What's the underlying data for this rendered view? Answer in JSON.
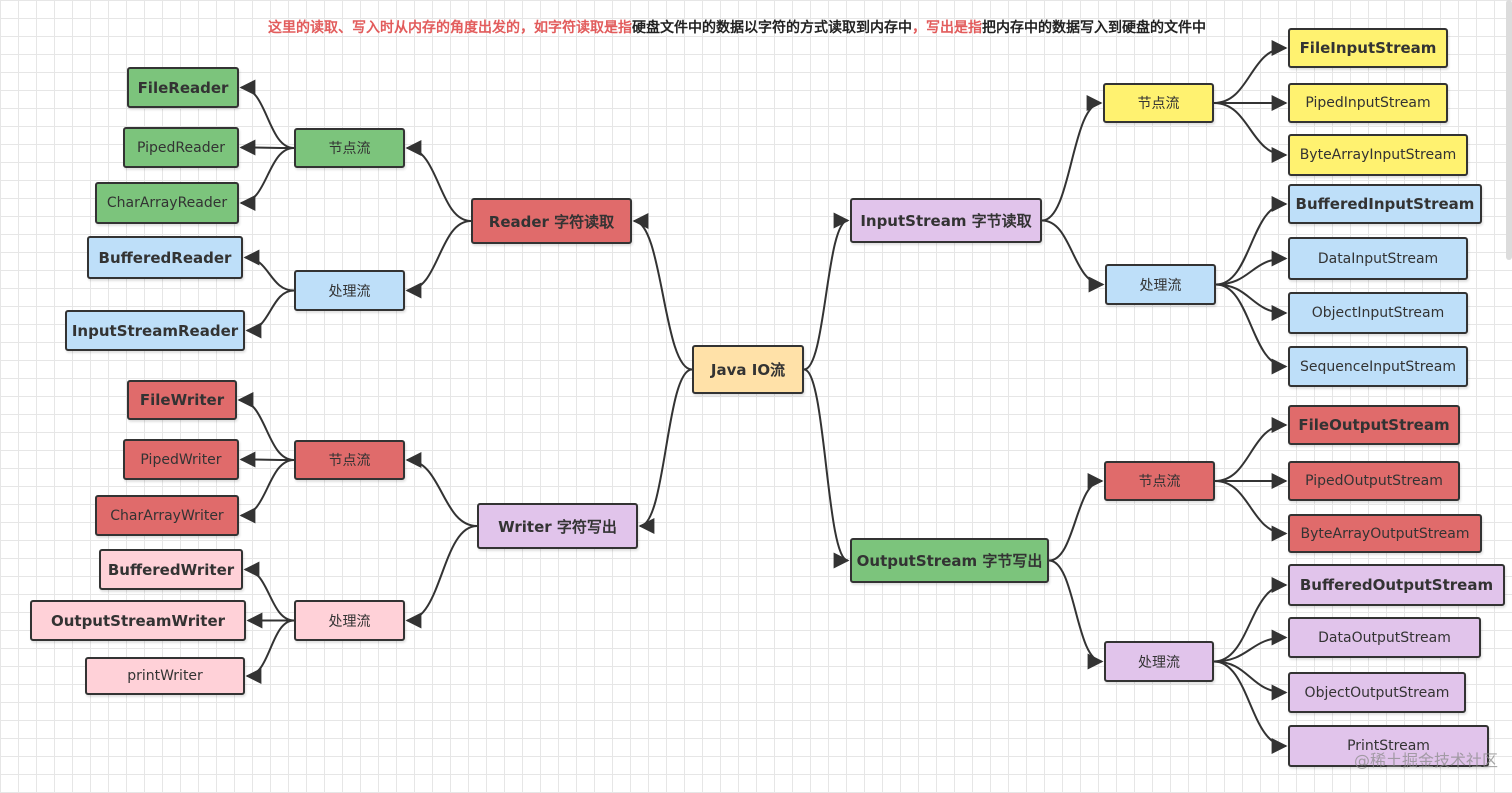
{
  "title": {
    "part1": "这里的读取、写入时从内存的角度出发的，如字符读取是指",
    "part2": "硬盘文件中的数据以字符的方式读取到内存中",
    "part3": "，写出是指",
    "part4": "把内存中的数据写入到硬盘的文件中"
  },
  "watermark": "@稀土掘金技术社区",
  "colors": {
    "title_red": "#e25c5c",
    "edge": "#333333",
    "orange": "#ffe1a8",
    "red": "#e06b6b",
    "purple": "#e1c4eb",
    "green": "#7cc47c",
    "yellow": "#fff270",
    "blue": "#bedff9",
    "pink": "#ffd1d8"
  },
  "nodes": {
    "root": "Java IO流",
    "reader": "Reader 字符读取",
    "reader_node": "节点流",
    "reader_proc": "处理流",
    "file_reader": "FileReader",
    "piped_reader": "PipedReader",
    "char_array_reader": "CharArrayReader",
    "buffered_reader": "BufferedReader",
    "input_stream_reader": "InputStreamReader",
    "writer": "Writer 字符写出",
    "writer_node": "节点流",
    "writer_proc": "处理流",
    "file_writer": "FileWriter",
    "piped_writer": "PipedWriter",
    "char_array_writer": "CharArrayWriter",
    "buffered_writer": "BufferedWriter",
    "output_stream_writer": "OutputStreamWriter",
    "print_writer": "printWriter",
    "input_stream": "InputStream 字节读取",
    "input_node": "节点流",
    "input_proc": "处理流",
    "file_input_stream": "FileInputStream",
    "piped_input_stream": "PipedInputStream",
    "byte_array_input_stream": "ByteArrayInputStream",
    "buffered_input_stream": "BufferedInputStream",
    "data_input_stream": "DataInputStream",
    "object_input_stream": "ObjectInputStream",
    "sequence_input_stream": "SequenceInputStream",
    "output_stream": "OutputStream 字节写出",
    "output_node": "节点流",
    "output_proc": "处理流",
    "file_output_stream": "FileOutputStream",
    "piped_output_stream": "PipedOutputStream",
    "byte_array_output_stream": "ByteArrayOutputStream",
    "buffered_output_stream": "BufferedOutputStream",
    "data_output_stream": "DataOutputStream",
    "object_output_stream": "ObjectOutputStream",
    "print_stream": "PrintStream"
  },
  "edges": [
    [
      "root",
      "reader"
    ],
    [
      "root",
      "writer"
    ],
    [
      "root",
      "input_stream"
    ],
    [
      "root",
      "output_stream"
    ],
    [
      "reader",
      "reader_node"
    ],
    [
      "reader",
      "reader_proc"
    ],
    [
      "reader_node",
      "file_reader"
    ],
    [
      "reader_node",
      "piped_reader"
    ],
    [
      "reader_node",
      "char_array_reader"
    ],
    [
      "reader_proc",
      "buffered_reader"
    ],
    [
      "reader_proc",
      "input_stream_reader"
    ],
    [
      "writer",
      "writer_node"
    ],
    [
      "writer",
      "writer_proc"
    ],
    [
      "writer_node",
      "file_writer"
    ],
    [
      "writer_node",
      "piped_writer"
    ],
    [
      "writer_node",
      "char_array_writer"
    ],
    [
      "writer_proc",
      "buffered_writer"
    ],
    [
      "writer_proc",
      "output_stream_writer"
    ],
    [
      "writer_proc",
      "print_writer"
    ],
    [
      "input_stream",
      "input_node"
    ],
    [
      "input_stream",
      "input_proc"
    ],
    [
      "input_node",
      "file_input_stream"
    ],
    [
      "input_node",
      "piped_input_stream"
    ],
    [
      "input_node",
      "byte_array_input_stream"
    ],
    [
      "input_proc",
      "buffered_input_stream"
    ],
    [
      "input_proc",
      "data_input_stream"
    ],
    [
      "input_proc",
      "object_input_stream"
    ],
    [
      "input_proc",
      "sequence_input_stream"
    ],
    [
      "output_stream",
      "output_node"
    ],
    [
      "output_stream",
      "output_proc"
    ],
    [
      "output_node",
      "file_output_stream"
    ],
    [
      "output_node",
      "piped_output_stream"
    ],
    [
      "output_node",
      "byte_array_output_stream"
    ],
    [
      "output_proc",
      "buffered_output_stream"
    ],
    [
      "output_proc",
      "data_output_stream"
    ],
    [
      "output_proc",
      "object_output_stream"
    ],
    [
      "output_proc",
      "print_stream"
    ]
  ]
}
